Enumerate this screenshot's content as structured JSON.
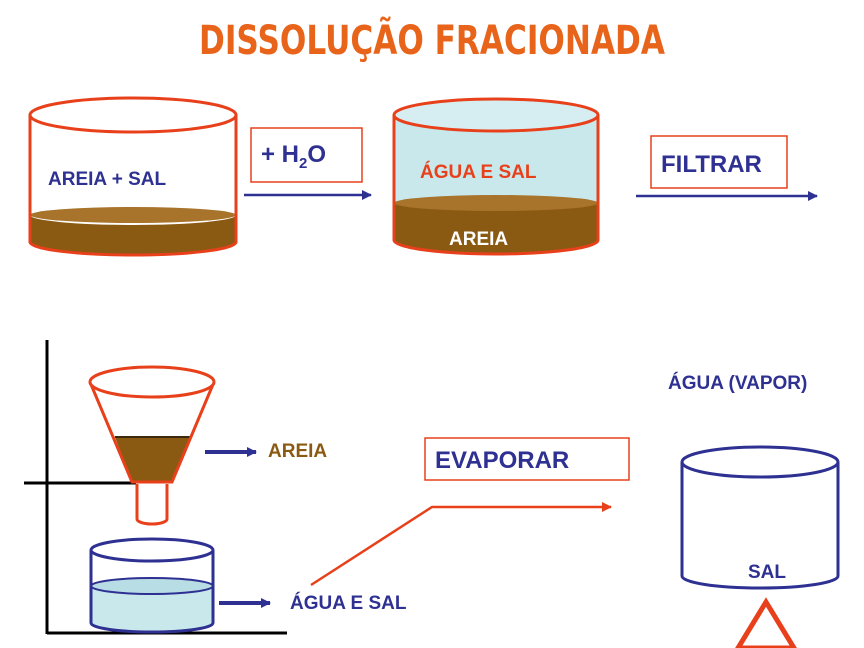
{
  "title": "DISSOLUÇÃO FRACIONADA",
  "colors": {
    "title": "#E8641B",
    "outline_red": "#E8401B",
    "outline_blue": "#2E3192",
    "sand": "#8B5A12",
    "water": "#C8E8EC",
    "label_red": "#E8401B",
    "label_blue": "#2E3192",
    "label_brown": "#8B5A12"
  },
  "step1": {
    "beaker_label": "AREIA + SAL",
    "action_prefix": "+ H",
    "action_sub": "2",
    "action_suffix": "O"
  },
  "step2": {
    "top_label": "ÁGUA E SAL",
    "bottom_label": "AREIA",
    "action": "FILTRAR"
  },
  "step3": {
    "funnel_label": "AREIA",
    "filtrate_label": "ÁGUA E SAL",
    "action": "EVAPORAR"
  },
  "step4": {
    "vapor_label": "ÁGUA (VAPOR)",
    "residue_label": "SAL"
  }
}
